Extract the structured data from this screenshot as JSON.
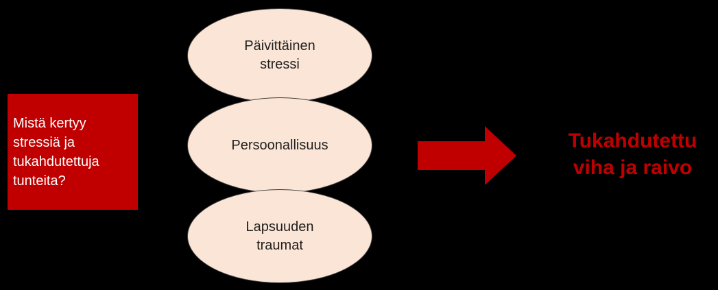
{
  "colors": {
    "background": "#000000",
    "accent_red": "#C00000",
    "ellipse_fill": "#FBE5D6",
    "ellipse_border": "#404040",
    "question_text": "#FFFFFF",
    "ellipse_text": "#1F1F1F"
  },
  "question_box": {
    "text": "Mistä kertyy stressiä ja tukahdutettuja tunteita?",
    "lines": [
      "Mistä kertyy",
      "stressiä ja",
      "tukahdutettuja",
      "tunteita?"
    ]
  },
  "causes": [
    {
      "label": "Päivittäinen stressi",
      "lines": [
        "Päivittäinen",
        "stressi"
      ]
    },
    {
      "label": "Persoonallisuus",
      "lines": [
        "Persoonallisuus"
      ]
    },
    {
      "label": "Lapsuuden traumat",
      "lines": [
        "Lapsuuden",
        "traumat"
      ]
    }
  ],
  "result": {
    "text": "Tukahdutettu viha ja raivo",
    "lines": [
      "Tukahdutettu",
      "viha ja raivo"
    ]
  }
}
